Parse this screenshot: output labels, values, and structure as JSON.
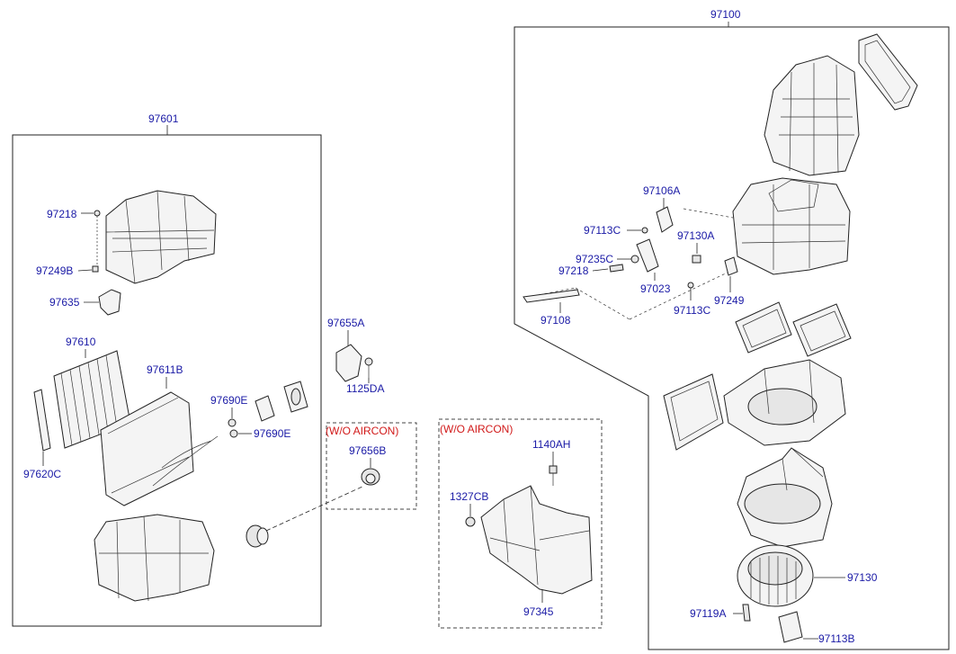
{
  "assemblies": {
    "heater_unit": "97601",
    "blower_unit": "97100"
  },
  "notes": {
    "wo_aircon_1": "(W/O AIRCON)",
    "wo_aircon_2": "(W/O AIRCON)"
  },
  "part_labels": {
    "p97218_left": "97218",
    "p97249B": "97249B",
    "p97635": "97635",
    "p97610": "97610",
    "p97611B": "97611B",
    "p97690E_1": "97690E",
    "p97690E_2": "97690E",
    "p97620C": "97620C",
    "p97655A": "97655A",
    "p1125DA": "1125DA",
    "p97656B": "97656B",
    "p1140AH": "1140AH",
    "p1327CB": "1327CB",
    "p97345": "97345",
    "p97106A": "97106A",
    "p97113C_top": "97113C",
    "p97130A": "97130A",
    "p97235C": "97235C",
    "p97218_right": "97218",
    "p97023": "97023",
    "p97249": "97249",
    "p97108": "97108",
    "p97113C_bottom": "97113C",
    "p97130": "97130",
    "p97119A": "97119A",
    "p97113B": "97113B"
  },
  "colors": {
    "label": "#1a1aa6",
    "note": "#d11a1a",
    "line": "#222222"
  }
}
